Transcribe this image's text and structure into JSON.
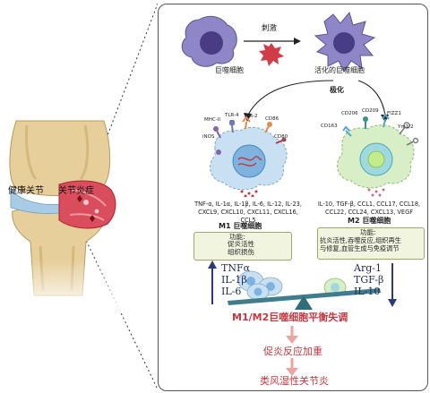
{
  "knee": {
    "healthy_label": "健康关节",
    "arthritis_label": "关节炎症"
  },
  "top": {
    "macrophage_label": "巨噬细胞",
    "stimulus_label": "刺激",
    "activated_label": "活化的巨噬细胞",
    "polarization_label": "极化"
  },
  "m1": {
    "receptors": [
      "MHC-II",
      "TLR-4",
      "TLR-2",
      "CD86",
      "CD80",
      "iNOS"
    ],
    "cytokines": "TNF-α, IL-1α, IL-1β, IL-6, IL-12, IL-23,\nCXCL9, CXCL10, CXCL11, CXCL16, CCL5",
    "title": "M1 巨噬细胞",
    "function_heading": "功能:",
    "function_text": "促炎活性\n组织损伤",
    "balance_labels": [
      "TNFα",
      "IL-1β",
      "IL-6"
    ]
  },
  "m2": {
    "receptors": [
      "CD206",
      "CD209",
      "FIZZ1",
      "Ym1/2",
      "CD163"
    ],
    "cytokines": "IL-10, TGF-β, CCL1, CCL17, CCL18,\nCCL22, CCL24, CXCL13, VEGF",
    "title": "M2 巨噬细胞",
    "function_heading": "功能:",
    "function_text": "抗炎活性,吞噬反应,组织再生\n与修复,血管生成与免疫调节",
    "balance_labels": [
      "Arg-1",
      "TGF-β",
      "IL-10"
    ]
  },
  "bottom": {
    "imbalance": "M1/M2巨噬细胞平衡失调",
    "inflammation": "促炎反应加重",
    "disease": "类风湿性关节炎"
  },
  "colors": {
    "accent_red": "#c8363e",
    "pale_red": "#eea3a3",
    "m1_cell": "#c9e0f2",
    "m2_cell": "#d7eec7",
    "macrophage": "#7e74b8"
  }
}
